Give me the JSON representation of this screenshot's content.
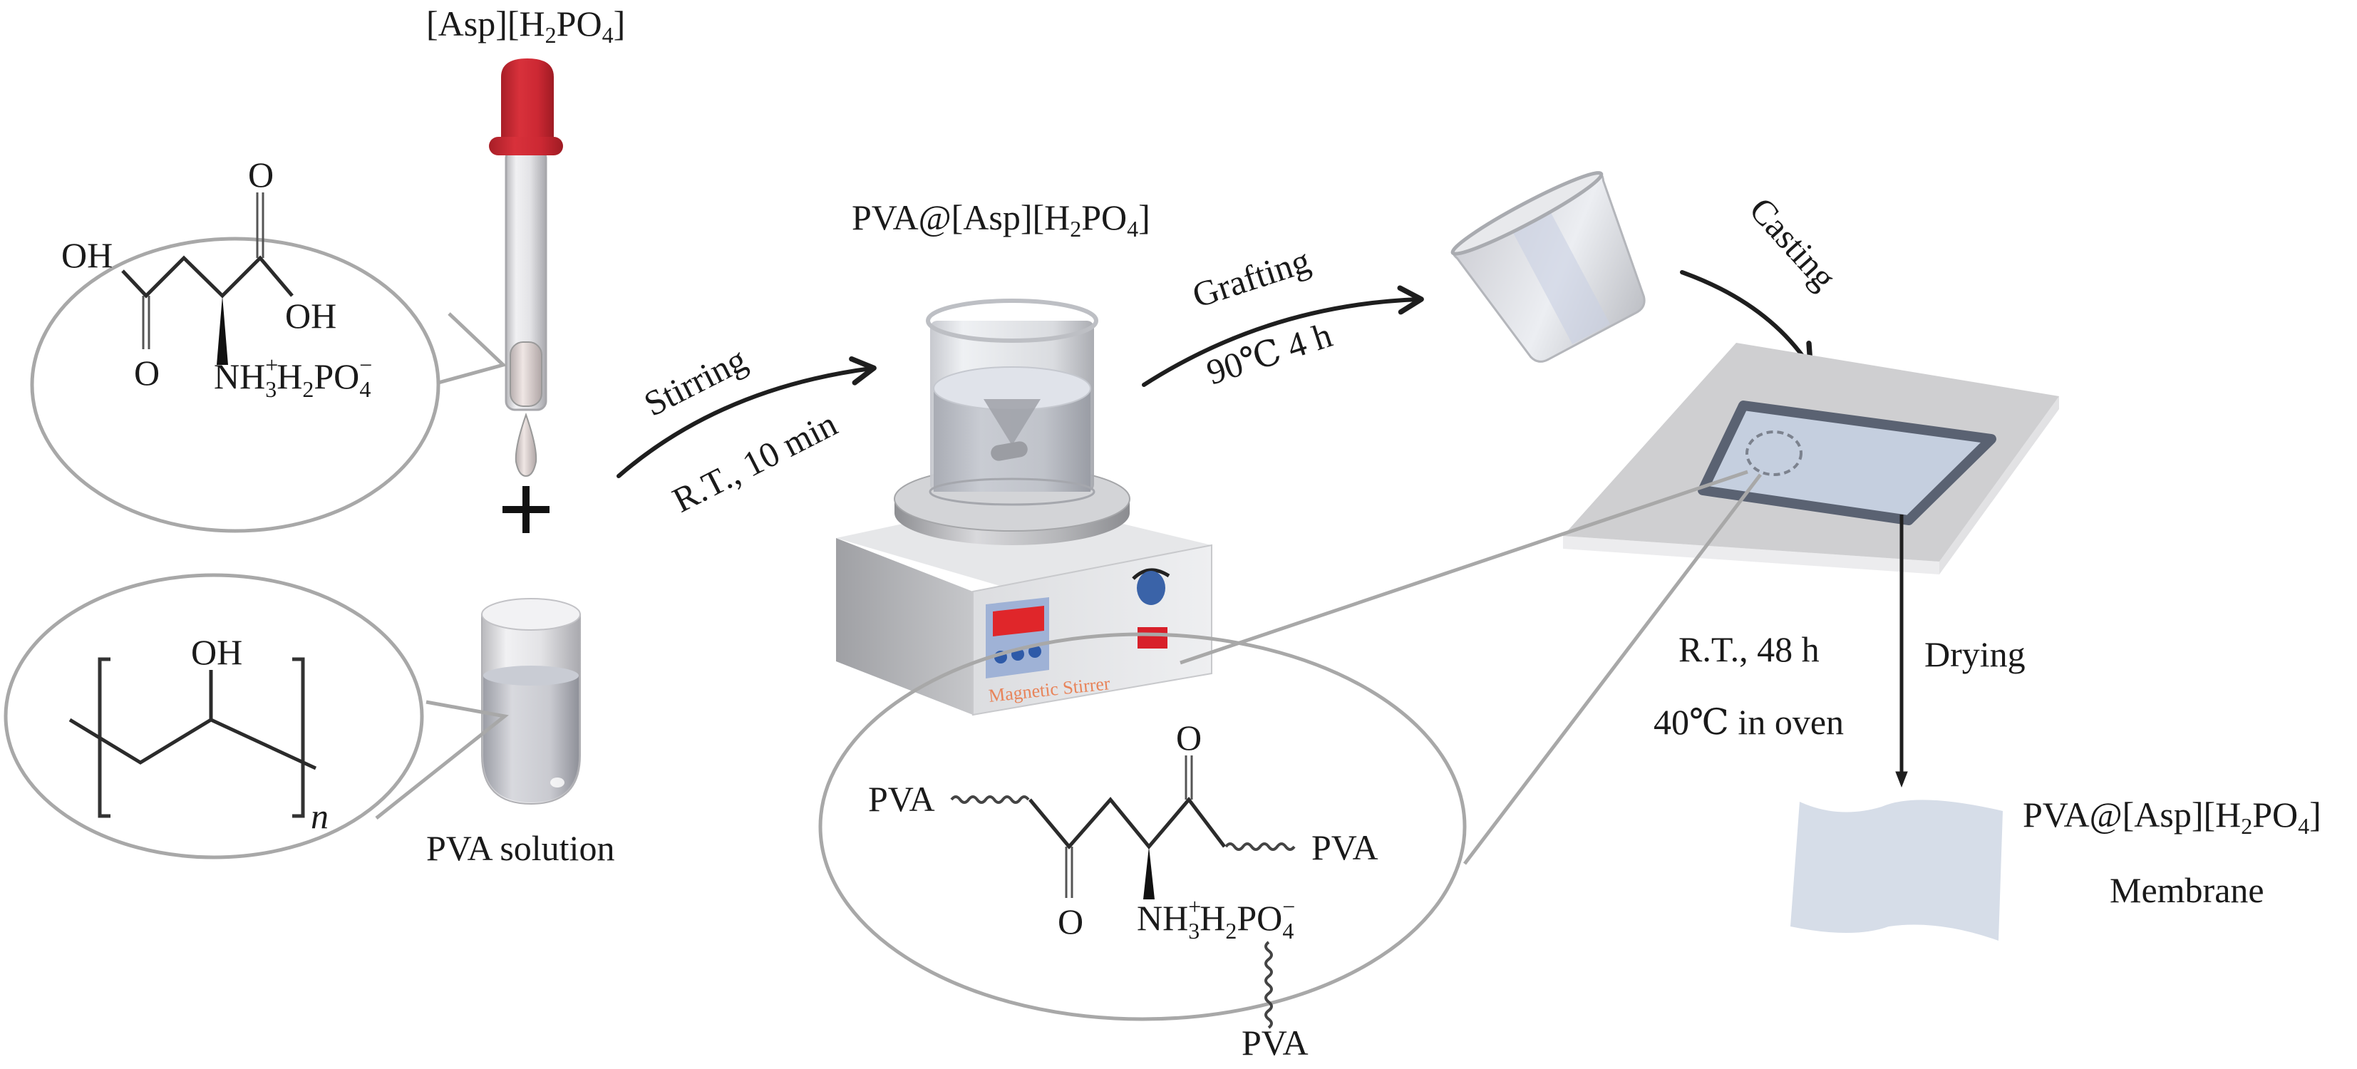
{
  "figure": {
    "title": "Preparation scheme of PVA@[Asp][H2PO4] membrane",
    "colors": {
      "dropper_cap": "#d12b35",
      "stirrer_label": "#e8845a",
      "display": "#e0262a",
      "knob": "#3a63a8",
      "switch": "#d8202a",
      "membrane": "#d6dde8",
      "plate": "#cfcfcf",
      "frame": "#5a6272",
      "callout_line": "#a8a8a8"
    }
  },
  "reagents": {
    "ionic_liquid": {
      "name": "[Asp][H",
      "sub1": "2",
      "mid": "PO",
      "sub2": "4",
      "end": "]"
    },
    "pva_solution_label": "PVA solution",
    "plus_sign": "+"
  },
  "aspartate_structure": {
    "oh_left": "OH",
    "o_top": "O",
    "oh_right": "OH",
    "o_bottom": "O",
    "amine": {
      "a": "NH",
      "sup": "+",
      "s1": "3",
      "b": "H",
      "s2": "2",
      "c": "PO",
      "s3": "4",
      "sup2": "−"
    }
  },
  "pva_structure": {
    "oh": "OH",
    "repeat": "n"
  },
  "steps": {
    "stirring": {
      "label": "Stirring",
      "condition": "R.T., 10 min"
    },
    "grafting": {
      "label": "Grafting",
      "condition": "90℃  4 h"
    },
    "casting": {
      "label": "Casting"
    },
    "drying": {
      "label": "Drying",
      "condition1": "R.T., 48 h",
      "condition2": "40℃  in oven"
    }
  },
  "intermediate": {
    "name_a": "PVA@[Asp][H",
    "sub1": "2",
    "name_b": "PO",
    "sub2": "4",
    "name_c": "]"
  },
  "stirrer": {
    "label": "Magnetic Stirrer"
  },
  "grafted_structure": {
    "pva_left": "PVA",
    "pva_right": "PVA",
    "pva_bottom": "PVA",
    "o_top": "O",
    "o_bottom": "O",
    "amine": {
      "a": "NH",
      "sup": "+",
      "s1": "3",
      "b": "H",
      "s2": "2",
      "c": "PO",
      "s3": "4",
      "sup2": "−"
    }
  },
  "product": {
    "name_a": "PVA@[Asp][H",
    "sub1": "2",
    "name_b": "PO",
    "sub2": "4",
    "name_c": "]",
    "type": "Membrane"
  }
}
